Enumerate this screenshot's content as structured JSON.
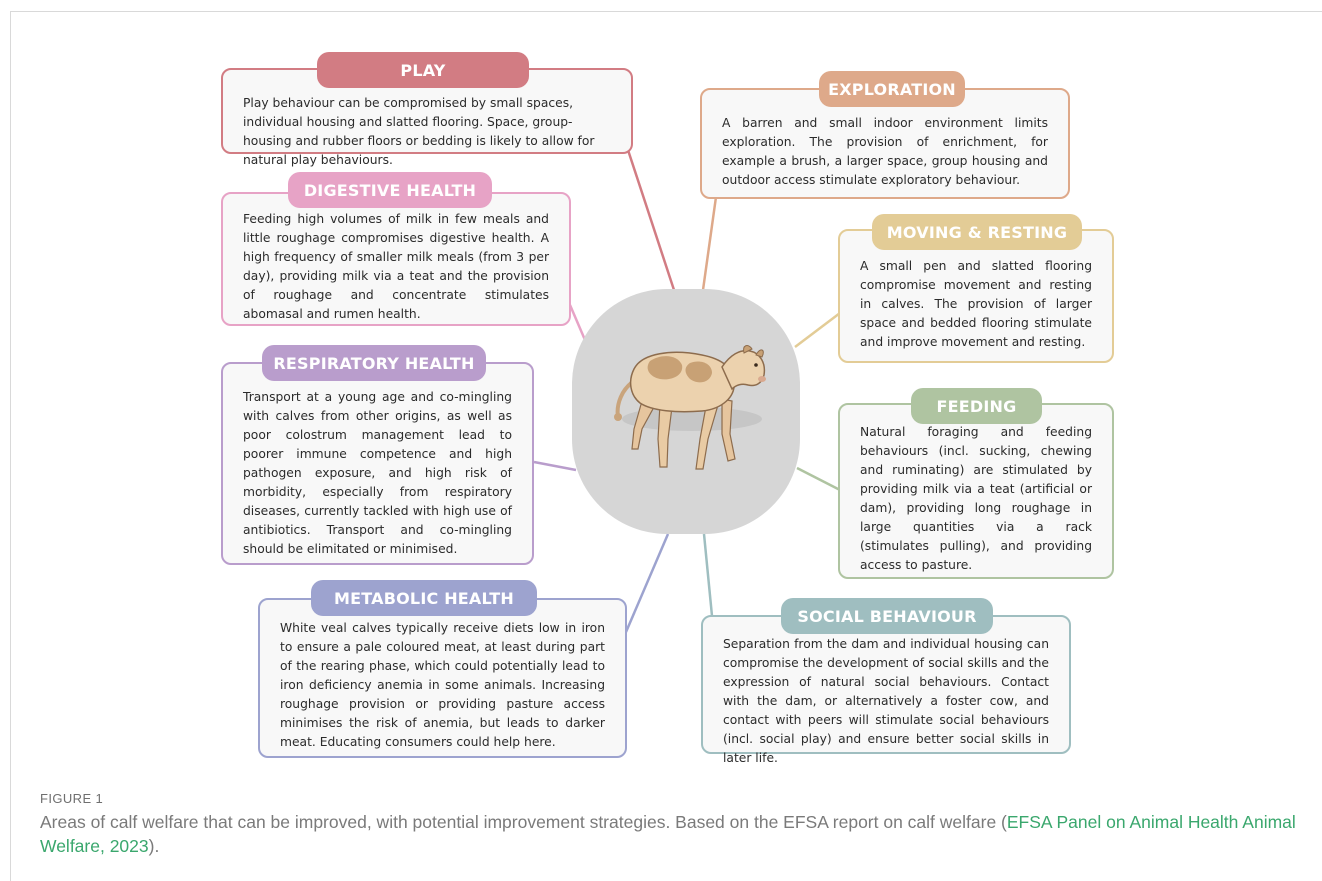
{
  "colors": {
    "play": "#d27c83",
    "exploration": "#dea98a",
    "digestive": "#e7a3c6",
    "moving": "#e3cc96",
    "respiratory": "#b99dcc",
    "feeding": "#afc4a1",
    "metabolic": "#9da3cf",
    "social": "#9fbec0"
  },
  "sections": {
    "play": {
      "title": "PLAY",
      "text": "Play behaviour can be compromised by small spaces, individual housing and slatted flooring. Space, group-housing and rubber floors or bedding is likely to allow for natural play behaviours."
    },
    "exploration": {
      "title": "EXPLORATION",
      "text": "A barren and small  indoor environment limits exploration. The provision of enrichment, for example a brush, a larger space, group housing and outdoor access stimulate exploratory behaviour."
    },
    "digestive": {
      "title": "DIGESTIVE HEALTH",
      "text": "Feeding high volumes of milk in few meals and little roughage compromises digestive health. A high frequency of smaller milk meals (from 3 per day), providing milk via a teat and the provision of roughage and concentrate stimulates abomasal and rumen health."
    },
    "moving": {
      "title": "MOVING & RESTING",
      "text": "A small pen and slatted flooring compromise movement and resting in calves. The provision of larger space and bedded flooring stimulate and improve movement and resting."
    },
    "respiratory": {
      "title": "RESPIRATORY HEALTH",
      "text": "Transport at a young age and co-mingling with calves from other origins, as well as poor colostrum management lead to poorer immune competence and high pathogen exposure, and high risk of morbidity, especially from respiratory diseases, currently tackled with high use of antibiotics. Transport and co-mingling should be elimitated or minimised."
    },
    "feeding": {
      "title": "FEEDING",
      "text": "Natural foraging and feeding behaviours (incl. sucking, chewing and ruminating) are stimulated by providing milk via a teat (artificial or dam), providing long roughage in large quantities via a rack (stimulates pulling), and providing access to pasture."
    },
    "metabolic": {
      "title": "METABOLIC HEALTH",
      "text": "White veal calves typically receive diets low in iron to ensure a pale coloured meat, at least during part of the rearing phase, which could potentially lead to iron deficiency anemia in some animals. Increasing roughage provision or providing pasture access minimises the risk of anemia, but leads to darker meat. Educating consumers could help here."
    },
    "social": {
      "title": "SOCIAL BEHAVIOUR",
      "text": "Separation from the dam and individual housing can compromise the development of social skills and the expression of natural social behaviours. Contact with the dam, or alternatively a foster cow, and contact with peers will stimulate social behaviours (incl. social play) and ensure better social skills in later life."
    }
  },
  "center_icon": "calf-illustration",
  "figure": {
    "label": "FIGURE 1",
    "caption_text": "Areas of calf welfare that can be improved, with potential improvement strategies. Based on the EFSA report on calf welfare (",
    "caption_link": "EFSA Panel on Animal Health Animal Welfare, 2023",
    "caption_end": ")."
  }
}
